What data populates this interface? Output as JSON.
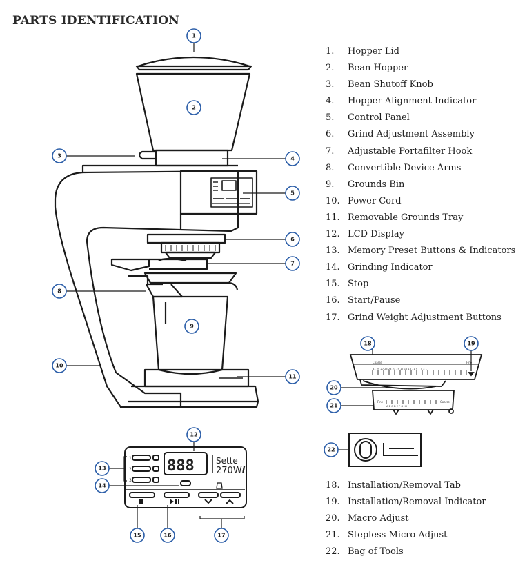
{
  "page": {
    "title": "PARTS IDENTIFICATION"
  },
  "parts_main": [
    {
      "num": "1.",
      "label": "Hopper Lid"
    },
    {
      "num": "2.",
      "label": "Bean Hopper"
    },
    {
      "num": "3.",
      "label": "Bean Shutoff Knob"
    },
    {
      "num": "4.",
      "label": "Hopper Alignment Indicator"
    },
    {
      "num": "5.",
      "label": "Control Panel"
    },
    {
      "num": "6.",
      "label": "Grind Adjustment Assembly"
    },
    {
      "num": "7.",
      "label": "Adjustable Portafilter Hook"
    },
    {
      "num": "8.",
      "label": "Convertible Device Arms"
    },
    {
      "num": "9.",
      "label": "Grounds Bin"
    },
    {
      "num": "10.",
      "label": "Power Cord"
    },
    {
      "num": "11.",
      "label": "Removable Grounds Tray"
    },
    {
      "num": "12.",
      "label": "LCD Display"
    },
    {
      "num": "13.",
      "label": "Memory Preset Buttons & Indicators"
    },
    {
      "num": "14.",
      "label": "Grinding Indicator"
    },
    {
      "num": "15.",
      "label": "Stop"
    },
    {
      "num": "16.",
      "label": "Start/Pause"
    },
    {
      "num": "17.",
      "label": "Grind Weight Adjustment Buttons"
    }
  ],
  "parts_detail": [
    {
      "num": "18.",
      "label": "Installation/Removal Tab"
    },
    {
      "num": "19.",
      "label": "Installation/Removal Indicator"
    },
    {
      "num": "20.",
      "label": "Macro Adjust"
    },
    {
      "num": "21.",
      "label": "Stepless Micro Adjust"
    },
    {
      "num": "22.",
      "label": "Bag of Tools"
    }
  ],
  "callouts": {
    "c1": "1",
    "c2": "2",
    "c3": "3",
    "c4": "4",
    "c5": "5",
    "c6": "6",
    "c7": "7",
    "c8": "8",
    "c9": "9",
    "c10": "10",
    "c11": "11",
    "c12": "12",
    "c13": "13",
    "c14": "14",
    "c15": "15",
    "c16": "16",
    "c17": "17",
    "c18": "18",
    "c19": "19",
    "c20": "20",
    "c21": "21",
    "c22": "22"
  },
  "lcd": {
    "digits": "888",
    "brand_line1": "Sette",
    "brand_line2": "270W",
    "brand_suffix": "i",
    "preset1": "1",
    "preset2": "2",
    "preset3": "3"
  },
  "scale": {
    "coarse_top": "Coarse",
    "fine_top": "Fine",
    "fine_bottom": "Fine",
    "coarse_bottom": "Coarse",
    "top_numbers": "31 29 27 25 23 21 19 17 15 13 11 9 7 5 3 1",
    "bottom_letters": "A B C D E F G H I"
  },
  "colors": {
    "callout": "#2a5da8",
    "line": "#1b1b1b"
  }
}
